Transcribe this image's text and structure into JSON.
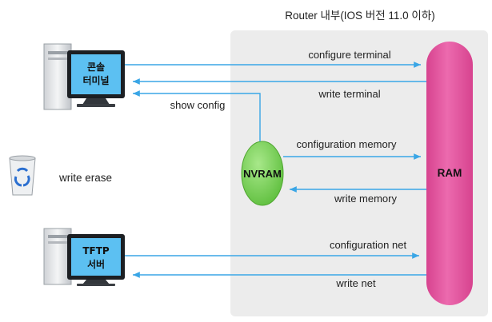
{
  "title": "Router 내부(IOS 버전 11.0 이하)",
  "devices": {
    "console": {
      "line1": "콘솔",
      "line2": "터미널"
    },
    "tftp": {
      "line1": "TFTP",
      "line2": "서버"
    },
    "trash": {
      "label": "write erase"
    }
  },
  "components": {
    "nvram": "NVRAM",
    "ram": "RAM"
  },
  "arrows": {
    "configure_terminal": "configure terminal",
    "write_terminal": "write terminal",
    "show_config": "show config",
    "configuration_memory": "configuration memory",
    "write_memory": "write memory",
    "configuration_net": "configuration net",
    "write_net": "write net"
  },
  "colors": {
    "arrow": "#3aa6e6",
    "nvram": "#7dd35a",
    "ram": "#e45aa0",
    "router_bg": "#ececec",
    "screen": "#5cc0f2"
  }
}
